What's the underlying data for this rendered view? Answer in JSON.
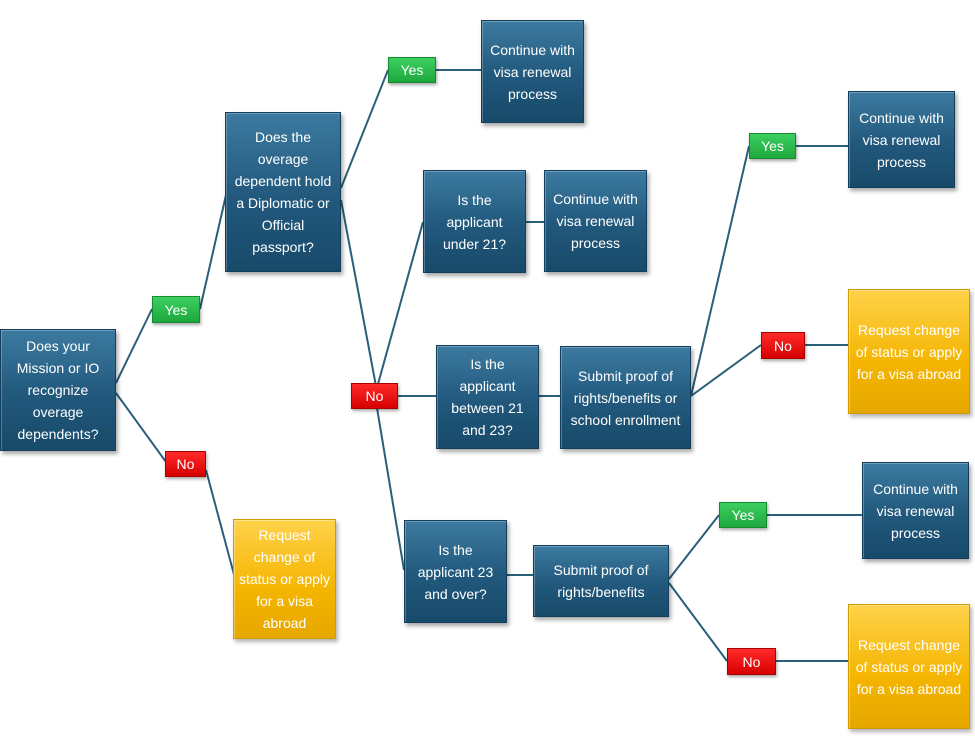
{
  "colors": {
    "question_box": "#21587c",
    "outcome_box": "#f4b400",
    "yes_badge": "#1ea83e",
    "no_badge": "#d60000",
    "connector": "#2a5f7a"
  },
  "nodes": {
    "q_mission": "Does your Mission or IO recognize overage dependents?",
    "q_passport": "Does the overage dependent hold a Diplomatic or Official passport?",
    "q_under21": "Is the applicant under 21?",
    "q_21to23": "Is the applicant between 21 and 23?",
    "q_23over": "Is the applicant 23 and over?",
    "submit_school": "Submit proof of rights/benefits or school enrollment",
    "submit_rights": "Submit proof of rights/benefits",
    "continue_1": "Continue with visa renewal process",
    "continue_2": "Continue with visa renewal process",
    "continue_3": "Continue with visa renewal process",
    "continue_4": "Continue with visa renewal process",
    "request_1": "Request change of status or apply for a visa abroad",
    "request_2": "Request change of status or apply for a visa abroad",
    "request_3": "Request change of status or apply for a visa abroad"
  },
  "badges": {
    "yes": "Yes",
    "no": "No"
  }
}
